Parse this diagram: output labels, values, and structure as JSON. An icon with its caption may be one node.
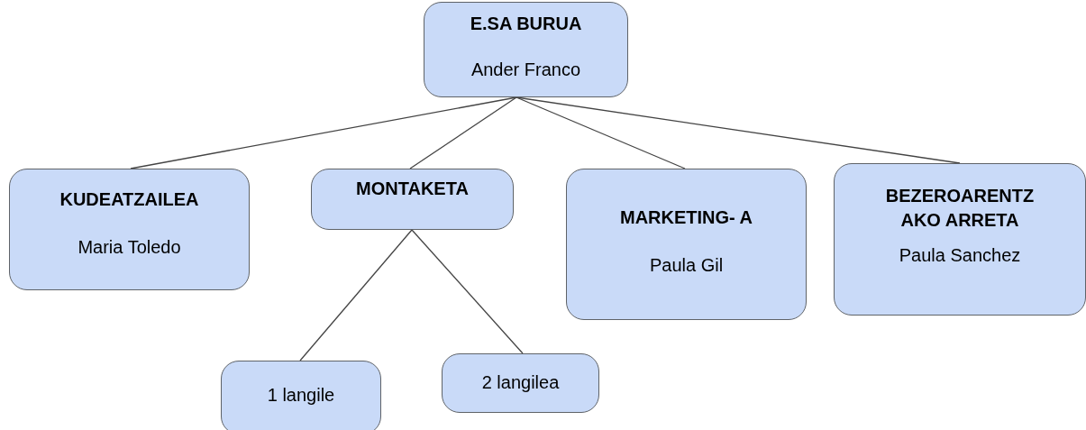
{
  "diagram": {
    "nodes": [
      {
        "text": [
          "E.SA BURUA",
          "Ander Franco"
        ]
      },
      {
        "text": [
          "KUDEATZAILEA",
          "Maria Toledo"
        ]
      },
      {
        "text": [
          "MONTAKETA"
        ]
      },
      {
        "text": [
          "MARKETING- A",
          "Paula Gil"
        ]
      },
      {
        "text": [
          "BEZEROARENTZ AKO ARRETA",
          "Paula Sanchez"
        ]
      },
      {
        "text": [
          "1 langile"
        ]
      },
      {
        "text": [
          "2 langilea"
        ]
      }
    ],
    "edges": [
      {
        "from": 0,
        "to": 1,
        "arrow": "none"
      },
      {
        "from": 0,
        "to": 2,
        "arrow": "none"
      },
      {
        "from": 0,
        "to": 3,
        "arrow": "none"
      },
      {
        "from": 0,
        "to": 4,
        "arrow": "none"
      },
      {
        "from": 2,
        "to": 5,
        "arrow": "none"
      },
      {
        "from": 2,
        "to": 6,
        "arrow": "none"
      }
    ]
  }
}
